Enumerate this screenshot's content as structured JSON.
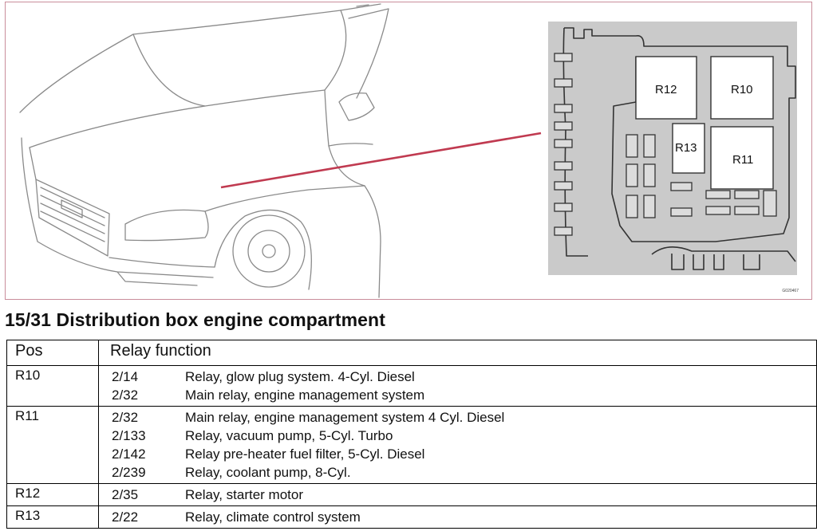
{
  "figure": {
    "image_code": "G020467",
    "relays": [
      "R12",
      "R10",
      "R13",
      "R11"
    ],
    "accent_color": "#c03a50"
  },
  "title": "15/31 Distribution box engine compartment",
  "table": {
    "headers": [
      "Pos",
      "Relay function"
    ],
    "rows": [
      {
        "pos": "R10",
        "items": [
          {
            "code": "2/14",
            "desc": "Relay, glow plug system. 4-Cyl. Diesel"
          },
          {
            "code": "2/32",
            "desc": "Main relay, engine management system"
          }
        ]
      },
      {
        "pos": "R11",
        "items": [
          {
            "code": "2/32",
            "desc": "Main relay, engine management system 4 Cyl. Diesel"
          },
          {
            "code": "2/133",
            "desc": "Relay, vacuum pump, 5-Cyl. Turbo"
          },
          {
            "code": "2/142",
            "desc": "Relay pre-heater fuel filter, 5-Cyl. Diesel"
          },
          {
            "code": "2/239",
            "desc": "Relay, coolant pump, 8-Cyl."
          }
        ]
      },
      {
        "pos": "R12",
        "items": [
          {
            "code": "2/35",
            "desc": "Relay, starter motor"
          }
        ]
      },
      {
        "pos": "R13",
        "items": [
          {
            "code": "2/22",
            "desc": "Relay, climate control system"
          }
        ]
      }
    ]
  }
}
